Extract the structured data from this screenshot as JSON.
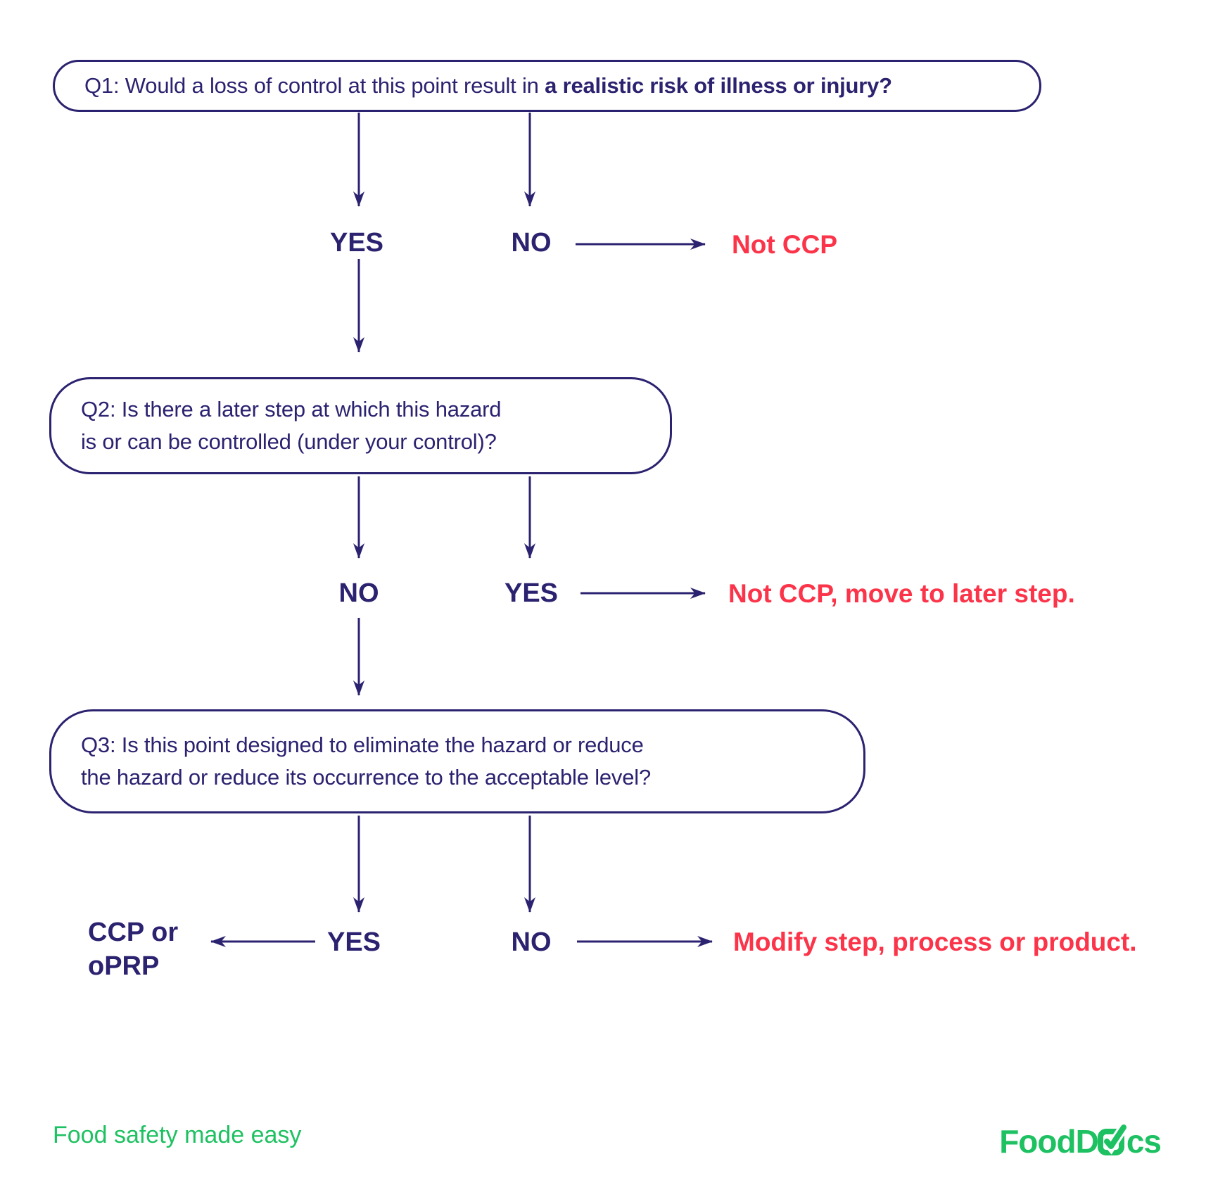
{
  "colors": {
    "navy": "#2b2270",
    "red": "#fb3449",
    "green": "#1ec161",
    "background": "#ffffff"
  },
  "flowchart": {
    "q1": {
      "text_normal": "Q1: Would a loss of control at this point result in ",
      "text_bold": "a realistic risk of illness or injury?"
    },
    "q1_yes_label": "YES",
    "q1_no_label": "NO",
    "q1_no_result": "Not CCP",
    "q2": {
      "line1": "Q2: Is there a later step at which this hazard",
      "line2": "is or can be controlled (under your control)?"
    },
    "q2_no_label": "NO",
    "q2_yes_label": "YES",
    "q2_yes_result": "Not CCP, move to later step.",
    "q3": {
      "line1": "Q3: Is this point designed to eliminate the hazard or reduce",
      "line2": "the hazard or reduce its occurrence to the acceptable level?"
    },
    "q3_yes_label": "YES",
    "q3_no_label": "NO",
    "q3_yes_result": {
      "line1": "CCP or",
      "line2": "oPRP"
    },
    "q3_no_result": "Modify step, process or product."
  },
  "footer": {
    "tagline": "Food safety made easy",
    "logo": {
      "part1": "FoodD",
      "part2": "cs",
      "icon": "checkbox-check-icon"
    }
  }
}
